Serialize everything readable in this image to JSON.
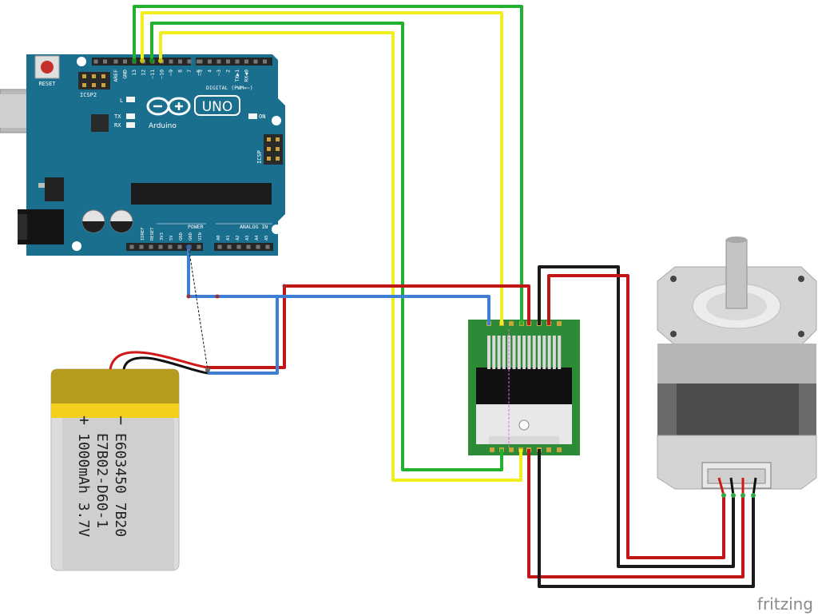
{
  "arduino": {
    "reset": "RESET",
    "icsp2": "ICSP2",
    "icsp": "ICSP",
    "led_l": "L",
    "led_tx": "TX",
    "led_rx": "RX",
    "led_on": "ON",
    "brand": "Arduino",
    "model": "UNO",
    "digital_header": "DIGITAL (PWM=~)",
    "power_header": "POWER",
    "analog_header": "ANALOG IN",
    "digital_pins": [
      "AREF",
      "GND",
      "13",
      "12",
      "~11",
      "~10",
      "~9",
      "8",
      "7",
      "~6",
      "~5",
      "4",
      "~3",
      "2",
      "TX▶1",
      "RX◀0"
    ],
    "power_pins": [
      "IOREF",
      "RESET",
      "3V3",
      "5V",
      "GND",
      "GND",
      "VIN"
    ],
    "analog_pins": [
      "A0",
      "A1",
      "A2",
      "A3",
      "A4",
      "A5"
    ]
  },
  "battery": {
    "minus": "−",
    "plus": "+",
    "line1": "E603450 7B20",
    "line2": "E7B02-D60-1",
    "line3": "1000mAh 3.7V"
  },
  "footer": {
    "brand": "fritzing"
  },
  "colors": {
    "board": "#1b6f8e",
    "wire_green": "#22b02f",
    "wire_yellow": "#f2ee1e",
    "wire_red": "#c01616",
    "wire_black": "#1a1a1a",
    "wire_blue": "#3d7fd0",
    "driver_pcb": "#2d8a36"
  }
}
